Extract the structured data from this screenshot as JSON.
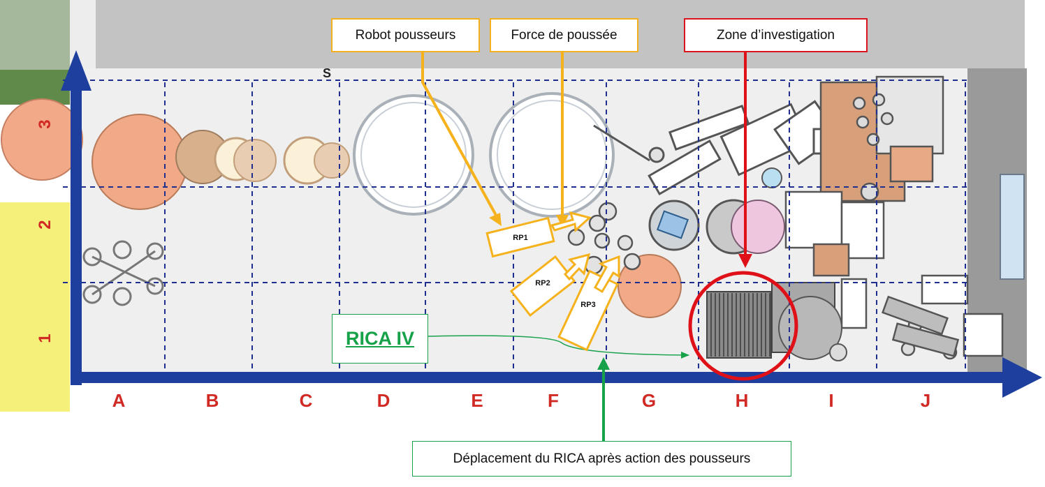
{
  "colors": {
    "axis": "#1f3f9e",
    "grid": "#1f2f8f",
    "label_red": "#d12a24",
    "pusher": "#f5b21c",
    "zone": "#e01018",
    "path": "#17a24a"
  },
  "diagram": {
    "columns": [
      "A",
      "B",
      "C",
      "D",
      "E",
      "F",
      "G",
      "H",
      "I",
      "J"
    ],
    "rows": [
      "1",
      "2",
      "3"
    ],
    "corner_mark": "S",
    "robots": [
      "RP1",
      "RP2",
      "RP3"
    ]
  },
  "callouts": {
    "robot_pousseurs": "Robot pousseurs",
    "force_poussee": "Force de poussée",
    "zone_investigation": "Zone d’investigation",
    "rica_label": "RICA IV",
    "deplacement": "Déplacement du RICA après action des pousseurs"
  }
}
